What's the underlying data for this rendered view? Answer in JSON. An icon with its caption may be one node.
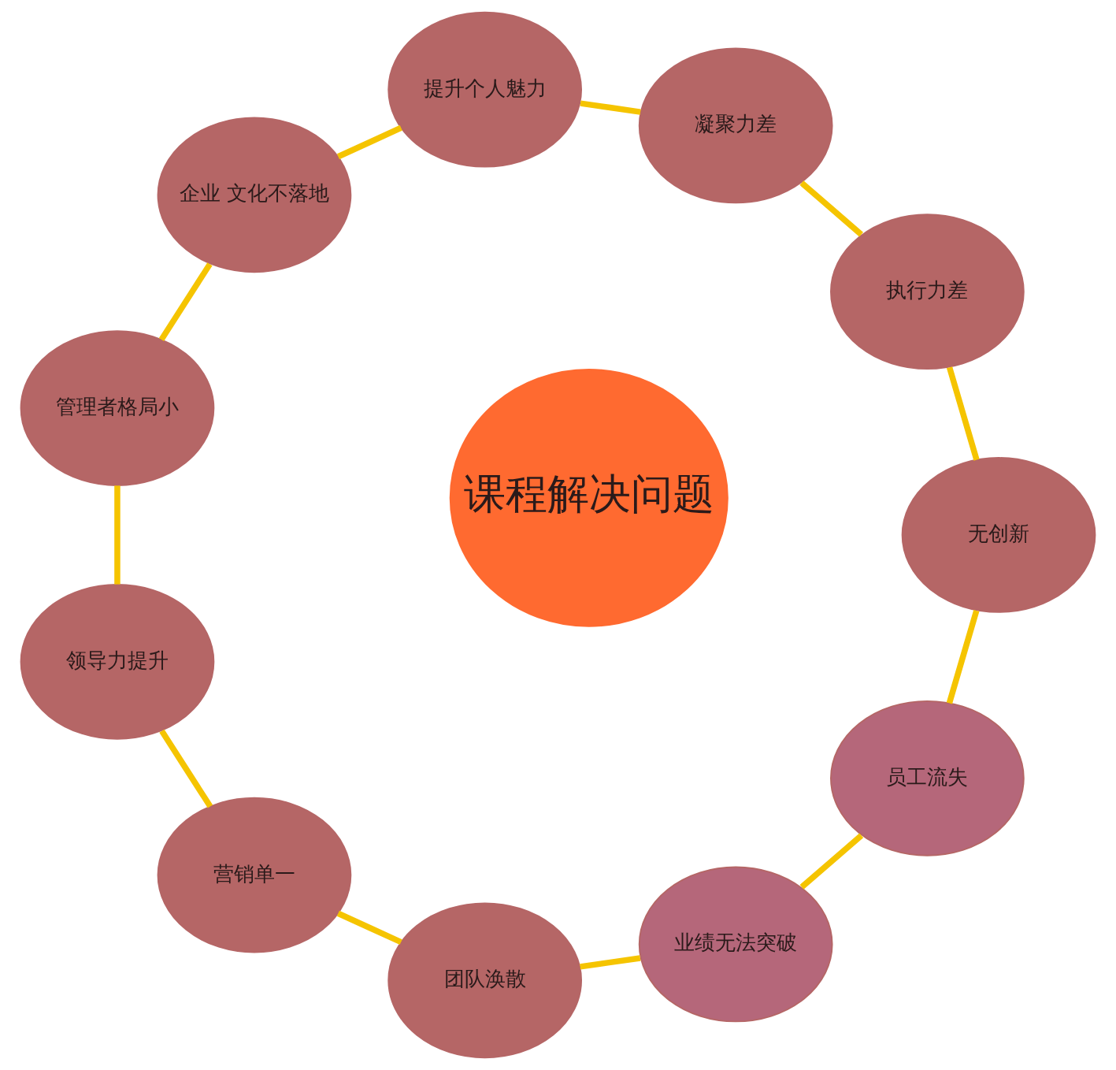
{
  "diagram": {
    "nodes": [
      {
        "text": [
          "课程解决问题"
        ]
      },
      {
        "text": [
          "员工流失"
        ]
      },
      {
        "text": [
          "业绩无法突破"
        ]
      },
      {
        "text": [
          "团队涣散"
        ]
      },
      {
        "text": [
          "营销单一"
        ]
      },
      {
        "text": [
          "领导力提升"
        ]
      },
      {
        "text": [
          "管理者格局小"
        ]
      },
      {
        "text": [
          "企业 文化不落地"
        ]
      },
      {
        "text": [
          "提升个人魅力"
        ]
      },
      {
        "text": [
          "凝聚力差"
        ]
      },
      {
        "text": [
          "执行力差"
        ]
      },
      {
        "text": [
          "无创新"
        ]
      }
    ],
    "edges": [
      {
        "from": 1,
        "to": 2,
        "arrow": "none"
      },
      {
        "from": 2,
        "to": 3,
        "arrow": "none"
      },
      {
        "from": 3,
        "to": 4,
        "arrow": "none"
      },
      {
        "from": 4,
        "to": 5,
        "arrow": "none"
      },
      {
        "from": 5,
        "to": 6,
        "arrow": "none"
      },
      {
        "from": 6,
        "to": 7,
        "arrow": "none"
      },
      {
        "from": 7,
        "to": 8,
        "arrow": "none"
      },
      {
        "from": 8,
        "to": 9,
        "arrow": "none"
      },
      {
        "from": 9,
        "to": 10,
        "arrow": "none"
      },
      {
        "from": 10,
        "to": 11,
        "arrow": "none"
      },
      {
        "from": 11,
        "to": 1,
        "arrow": "none"
      }
    ]
  }
}
